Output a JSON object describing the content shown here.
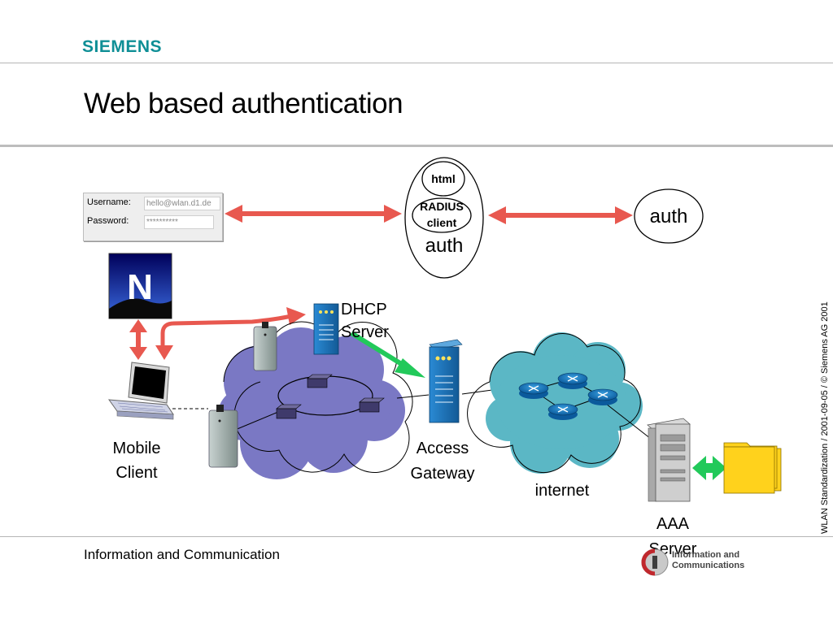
{
  "header": {
    "logo": "SIEMENS",
    "title": "Web based authentication"
  },
  "login_form": {
    "username_label": "Username:",
    "username_value": "hello@wlan.d1.de",
    "password_label": "Password:",
    "password_value": "**********"
  },
  "proxy": {
    "html": "html",
    "radius": "RADIUS",
    "client": "client",
    "auth": "auth"
  },
  "auth_server_label": "auth",
  "netscape_icon": {
    "letter": "N"
  },
  "labels": {
    "dhcp_1": "DHCP",
    "dhcp_2": "Server",
    "mobile_1": "Mobile",
    "mobile_2": "Client",
    "access_1": "Access",
    "access_2": "Gateway",
    "internet": "internet",
    "aaa_1": "AAA",
    "aaa_2": "Server"
  },
  "side_note": "WLAN Standardization / 2001-09-05 / © Siemens AG 2001",
  "footer": {
    "left": "Information and Communication",
    "brand_line1": "Information and",
    "brand_line2": "Communications"
  },
  "colors": {
    "arrow_red": "#e8584f",
    "arrow_green": "#22c95a",
    "cloud_purple": "#7a78c4",
    "cloud_teal": "#5bb7c5",
    "server_blue": "#1e73b6",
    "folder_yellow": "#ffd21c"
  }
}
